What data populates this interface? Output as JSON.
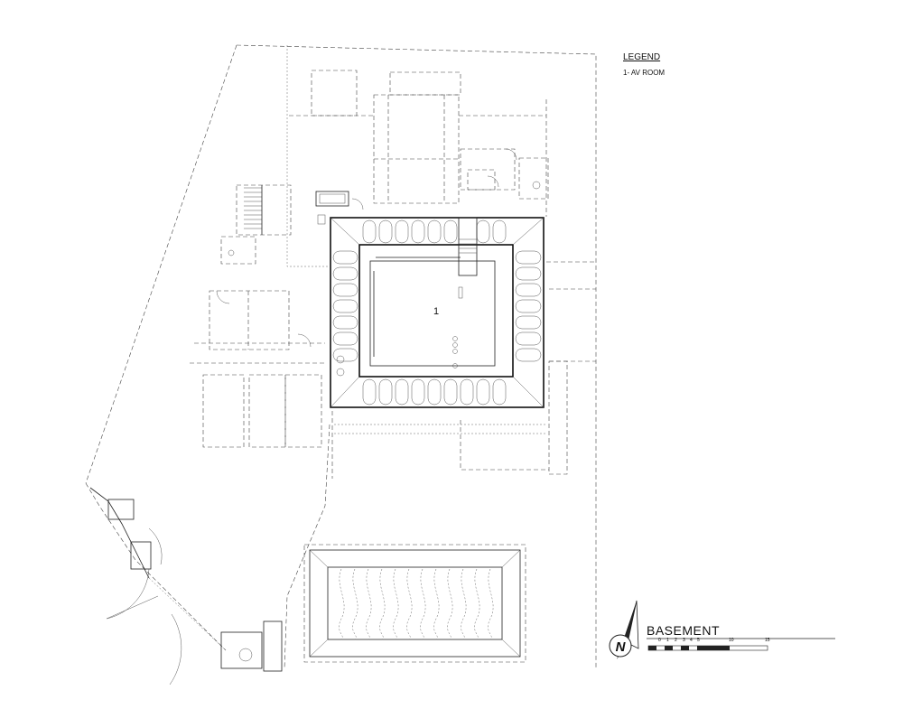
{
  "legend": {
    "title": "LEGEND",
    "items": [
      "1- AV ROOM"
    ]
  },
  "rooms": [
    {
      "number": "1"
    }
  ],
  "title_block": {
    "sheet_title": "BASEMENT",
    "north_symbol": "N",
    "scale_ticks": [
      "0",
      "1",
      "2",
      "3",
      "4",
      "5",
      "10",
      "15"
    ]
  },
  "icons": {
    "north_arrow": "north-arrow-icon",
    "scale_bar": "scale-bar-icon"
  },
  "colors": {
    "line": "#222222",
    "background": "#ffffff"
  }
}
